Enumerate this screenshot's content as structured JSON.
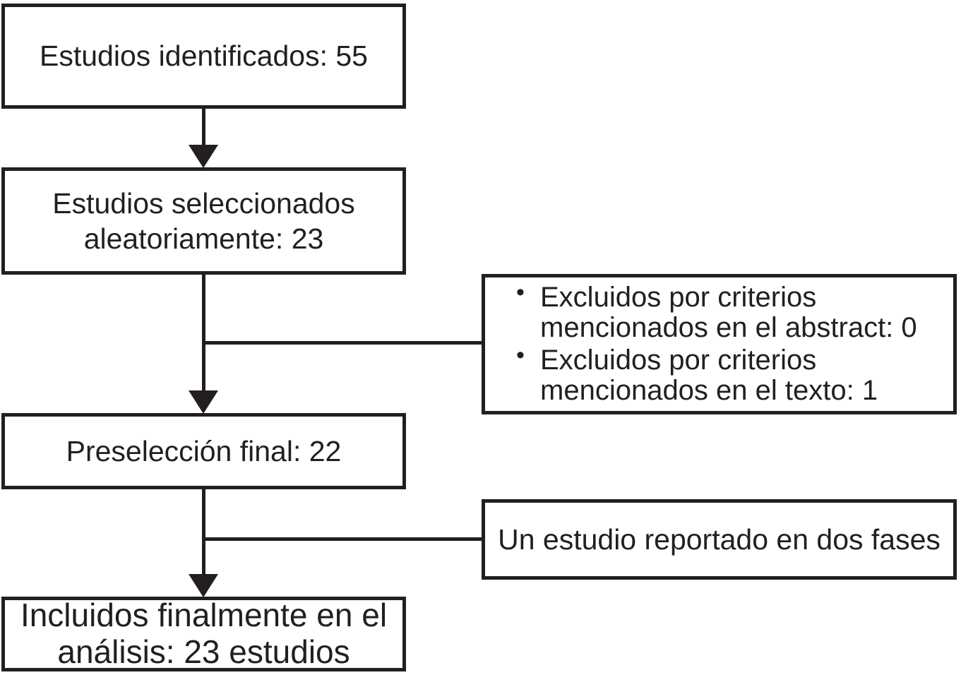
{
  "flow": {
    "colors": {
      "ink": "#231f20",
      "background": "#ffffff"
    },
    "icons": {
      "bullet": "•",
      "arrow": "down-triangle"
    },
    "nodes": {
      "identified": {
        "lines": [
          "Estudios identificados: 55"
        ]
      },
      "selected": {
        "lines": [
          "Estudios seleccionados",
          "aleatoriamente: 23"
        ]
      },
      "preselection": {
        "lines": [
          "Preselección final: 22"
        ]
      },
      "included": {
        "lines": [
          "Incluidos finalmente en el",
          "análisis: 23 estudios"
        ]
      }
    },
    "side_notes": {
      "exclusion": {
        "items": [
          {
            "text": "Excluidos por criterios mencionados en el abstract: 0",
            "lines": [
              "Excluidos por criterios",
              "mencionados en el abstract: 0"
            ]
          },
          {
            "text": "Excluidos por criterios mencionados en el texto: 1",
            "lines": [
              "Excluidos por criterios",
              "mencionados en el texto: 1"
            ]
          }
        ]
      },
      "two_phases": {
        "lines": [
          "Un estudio reportado en dos fases"
        ]
      }
    }
  }
}
